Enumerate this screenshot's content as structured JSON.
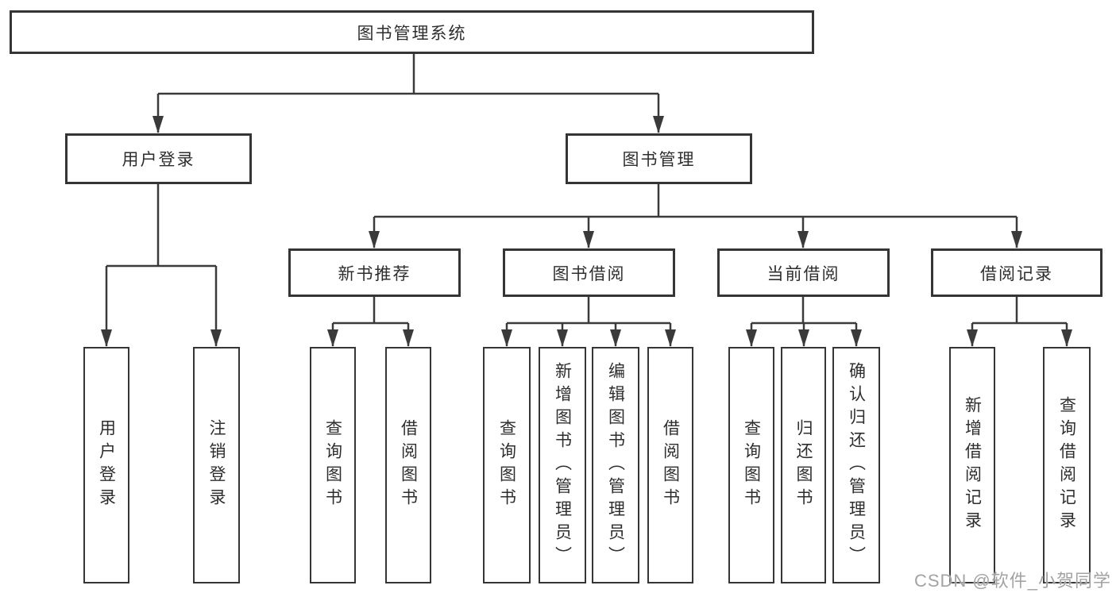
{
  "tree": {
    "root": {
      "label": "图书管理系统"
    },
    "children": [
      {
        "label": "用户登录",
        "children": [
          "用户登录",
          "注销登录"
        ]
      },
      {
        "label": "图书管理",
        "children": [
          {
            "label": "新书推荐",
            "children": [
              "查询图书",
              "借阅图书"
            ]
          },
          {
            "label": "图书借阅",
            "children": [
              "查询图书",
              "新增图书（管理员）",
              "编辑图书（管理员）",
              "借阅图书"
            ]
          },
          {
            "label": "当前借阅",
            "children": [
              "查询图书",
              "归还图书",
              "确认归还（管理员）"
            ]
          },
          {
            "label": "借阅记录",
            "children": [
              "新增借阅记录",
              "查询借阅记录"
            ]
          }
        ]
      }
    ]
  },
  "watermark": {
    "text": "CSDN @软件_小贺同学"
  },
  "colors": {
    "line": "#3a3a3a",
    "border": "#353535",
    "text": "#2e2e2e",
    "watermark": "#a3a3a3",
    "background": "#ffffff"
  }
}
